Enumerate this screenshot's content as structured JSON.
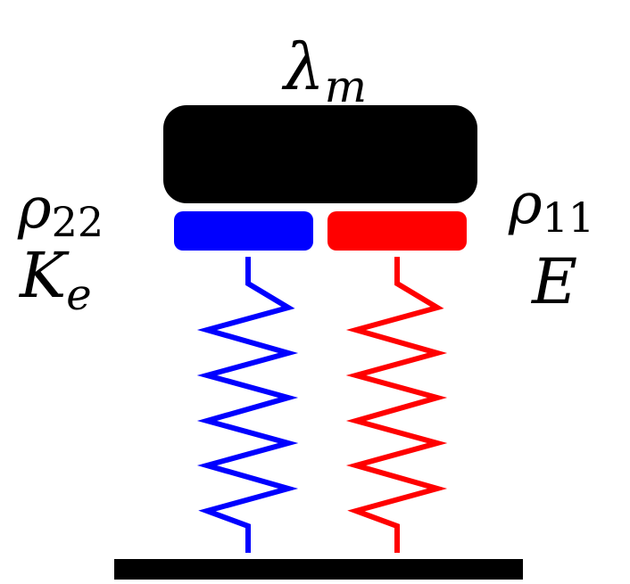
{
  "labels": {
    "top": {
      "main": "λ",
      "sub": "m"
    },
    "left_top": {
      "main": "ρ",
      "sub": "22"
    },
    "left_bottom": {
      "main": "K",
      "sub": "e"
    },
    "right_top": {
      "main": "ρ",
      "sub": "11"
    },
    "right_bottom": {
      "main": "E",
      "sub": ""
    }
  },
  "colors": {
    "mass": "#000000",
    "ground": "#000000",
    "left_spring": "#0000ff",
    "right_spring": "#ff0000"
  }
}
